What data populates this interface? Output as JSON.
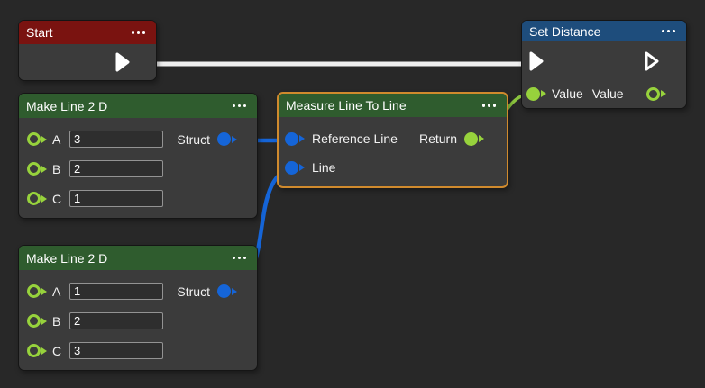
{
  "canvas": {
    "background_color": "#282828"
  },
  "palette": {
    "node_body": "#3b3b3b",
    "header_red": "#7a1310",
    "header_green": "#2f5c2e",
    "header_blue": "#1e4d7c",
    "selection_border_orange": "#d08a2d",
    "wire_exec_white": "#efefef",
    "wire_struct_blue": "#1565d8",
    "wire_scalar_green": "#8cc63f",
    "port_scalar_green": "#97d23c",
    "port_struct_blue": "#1565d8"
  },
  "icons": {
    "node_menu": "ellipsis-dots",
    "exec_pin": "play-triangle",
    "scalar_port": "ring-circle",
    "struct_port": "filled-circle"
  },
  "nodes": {
    "start": {
      "title": "Start"
    },
    "set_distance": {
      "title": "Set Distance",
      "input_value_label": "Value",
      "output_value_label": "Value"
    },
    "make_line_1": {
      "title": "Make Line 2 D",
      "struct_label": "Struct",
      "rows": [
        {
          "label": "A",
          "value": "3"
        },
        {
          "label": "B",
          "value": "2"
        },
        {
          "label": "C",
          "value": "1"
        }
      ]
    },
    "measure": {
      "title": "Measure Line To Line",
      "input_1_label": "Reference Line",
      "input_2_label": "Line",
      "output_label": "Return"
    },
    "make_line_2": {
      "title": "Make Line 2 D",
      "struct_label": "Struct",
      "rows": [
        {
          "label": "A",
          "value": "1"
        },
        {
          "label": "B",
          "value": "2"
        },
        {
          "label": "C",
          "value": "3"
        }
      ]
    }
  }
}
